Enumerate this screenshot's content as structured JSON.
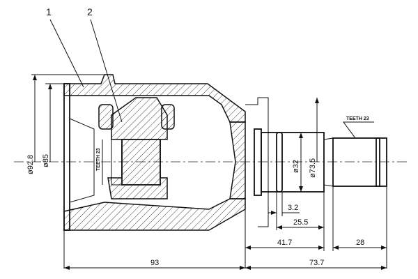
{
  "part_labels": [
    "1",
    "2"
  ],
  "teeth_inner": "TEETH 23",
  "teeth_outer": "TEETH 23",
  "dimensions": {
    "outer_diameter": "ø92.8",
    "inner_diameter": "ø85",
    "shaft_diameter": "ø32",
    "flange_diameter": "ø73.5",
    "groove_width": "3.2",
    "shaft_length": "25.5",
    "neck_length": "41.7",
    "spline_length": "28",
    "housing_length": "93",
    "stub_length": "73.7"
  }
}
